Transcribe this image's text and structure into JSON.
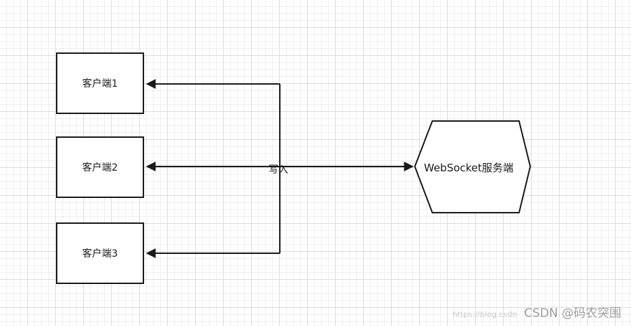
{
  "diagram": {
    "clients": [
      {
        "label": "客户端1"
      },
      {
        "label": "客户端2"
      },
      {
        "label": "客户端3"
      }
    ],
    "server": {
      "label": "WebSocket服务端"
    },
    "edge_label": "写入"
  },
  "watermark": {
    "url": "https://blog.csdn",
    "text": "CSDN @码农突围"
  },
  "colors": {
    "stroke": "#1a1a1a",
    "grid": "#dcdcdc",
    "background": "#ffffff"
  }
}
